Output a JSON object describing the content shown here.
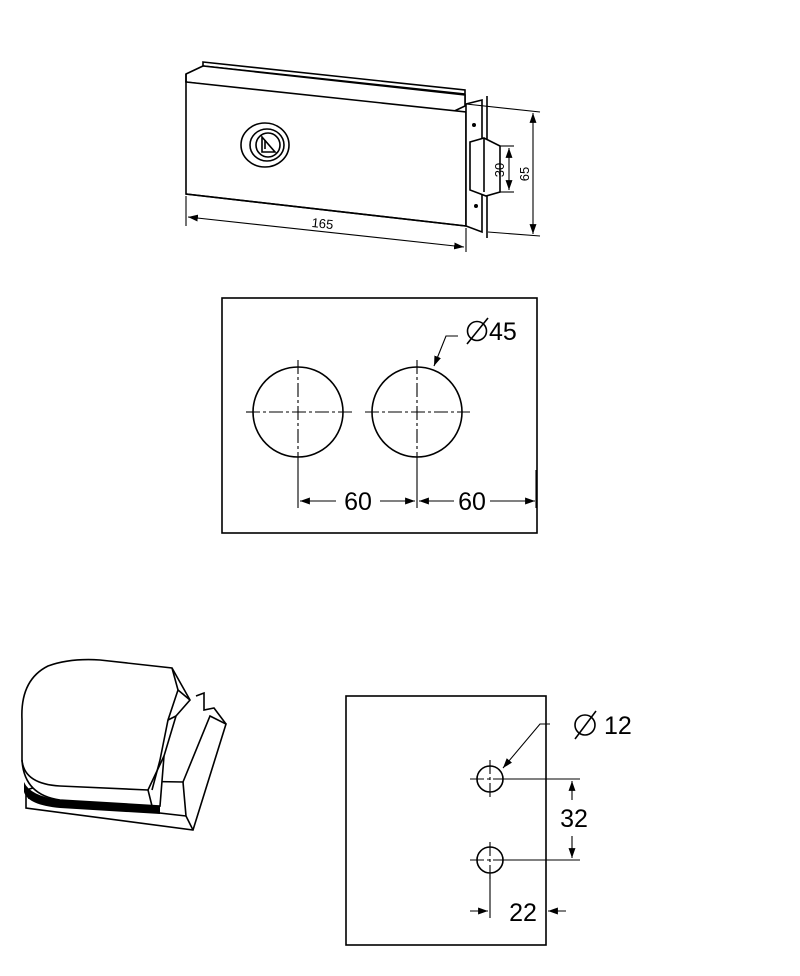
{
  "drawing": {
    "lock_view": {
      "length_label": "165",
      "height_label": "65",
      "strike_label": "30"
    },
    "hole_pattern_top": {
      "diameter_label": "45",
      "spacing_1_label": "60",
      "spacing_2_label": "60"
    },
    "hole_pattern_bottom": {
      "diameter_label": "12",
      "vertical_spacing_label": "32",
      "edge_offset_label": "22"
    },
    "diameter_symbol": "Ø"
  }
}
